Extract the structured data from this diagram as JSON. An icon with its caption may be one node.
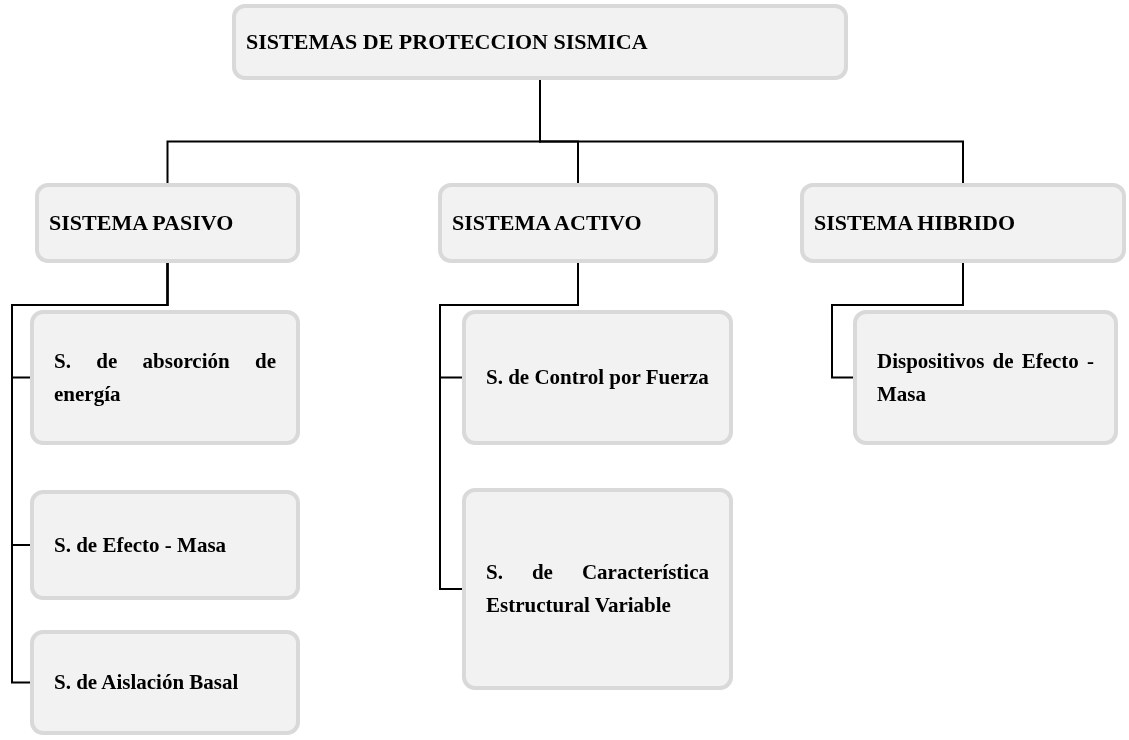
{
  "diagram": {
    "nodes": [
      {
        "text": [
          "SISTEMAS DE PROTECCION SISMICA"
        ]
      },
      {
        "text": [
          "SISTEMA PASIVO"
        ]
      },
      {
        "text": [
          "SISTEMA ACTIVO"
        ]
      },
      {
        "text": [
          "SISTEMA HIBRIDO"
        ]
      },
      {
        "text": [
          "S. de absorción de energía"
        ]
      },
      {
        "text": [
          "S. de Efecto - Masa"
        ]
      },
      {
        "text": [
          "S. de Aislación Basal"
        ]
      },
      {
        "text": [
          "S. de Control por Fuerza"
        ]
      },
      {
        "text": [
          "S. de Característica Estructural Variable"
        ]
      },
      {
        "text": [
          "Dispositivos de Efecto - Masa"
        ]
      }
    ],
    "edges": [
      {
        "from": 0,
        "to": 1,
        "arrow": "none"
      },
      {
        "from": 0,
        "to": 2,
        "arrow": "none"
      },
      {
        "from": 0,
        "to": 3,
        "arrow": "none"
      },
      {
        "from": 1,
        "to": 4,
        "arrow": "none"
      },
      {
        "from": 1,
        "to": 5,
        "arrow": "none"
      },
      {
        "from": 1,
        "to": 6,
        "arrow": "none"
      },
      {
        "from": 2,
        "to": 7,
        "arrow": "none"
      },
      {
        "from": 2,
        "to": 8,
        "arrow": "none"
      },
      {
        "from": 3,
        "to": 9,
        "arrow": "none"
      }
    ]
  }
}
